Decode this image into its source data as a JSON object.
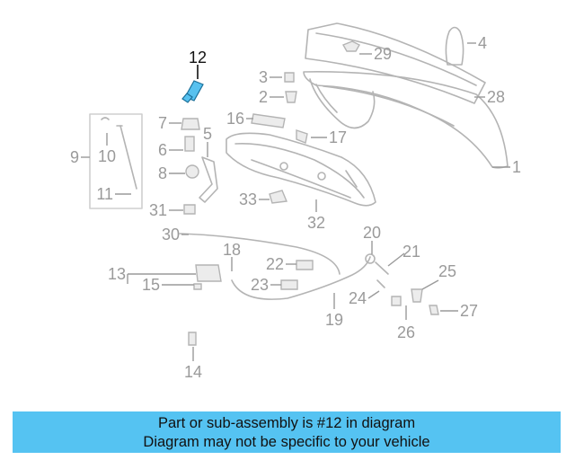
{
  "highlighted_part": "12",
  "labels": {
    "p1": "1",
    "p2": "2",
    "p3": "3",
    "p4": "4",
    "p5": "5",
    "p6": "6",
    "p7": "7",
    "p8": "8",
    "p9": "9",
    "p10": "10",
    "p11": "11",
    "p12": "12",
    "p13": "13",
    "p14": "14",
    "p15": "15",
    "p16": "16",
    "p17": "17",
    "p18": "18",
    "p19": "19",
    "p20": "20",
    "p21": "21",
    "p22": "22",
    "p23": "23",
    "p24": "24",
    "p25": "25",
    "p26": "26",
    "p27": "27",
    "p28": "28",
    "p29": "29",
    "p30": "30",
    "p31": "31",
    "p32": "32",
    "p33": "33"
  },
  "banner": {
    "line1": "Part or sub-assembly is #12 in diagram",
    "line2": "Diagram may not be specific to your vehicle"
  },
  "colors": {
    "highlight": "#57c1ef",
    "banner_bg": "#55c3f2",
    "line_gray": "#b4b4b4"
  }
}
